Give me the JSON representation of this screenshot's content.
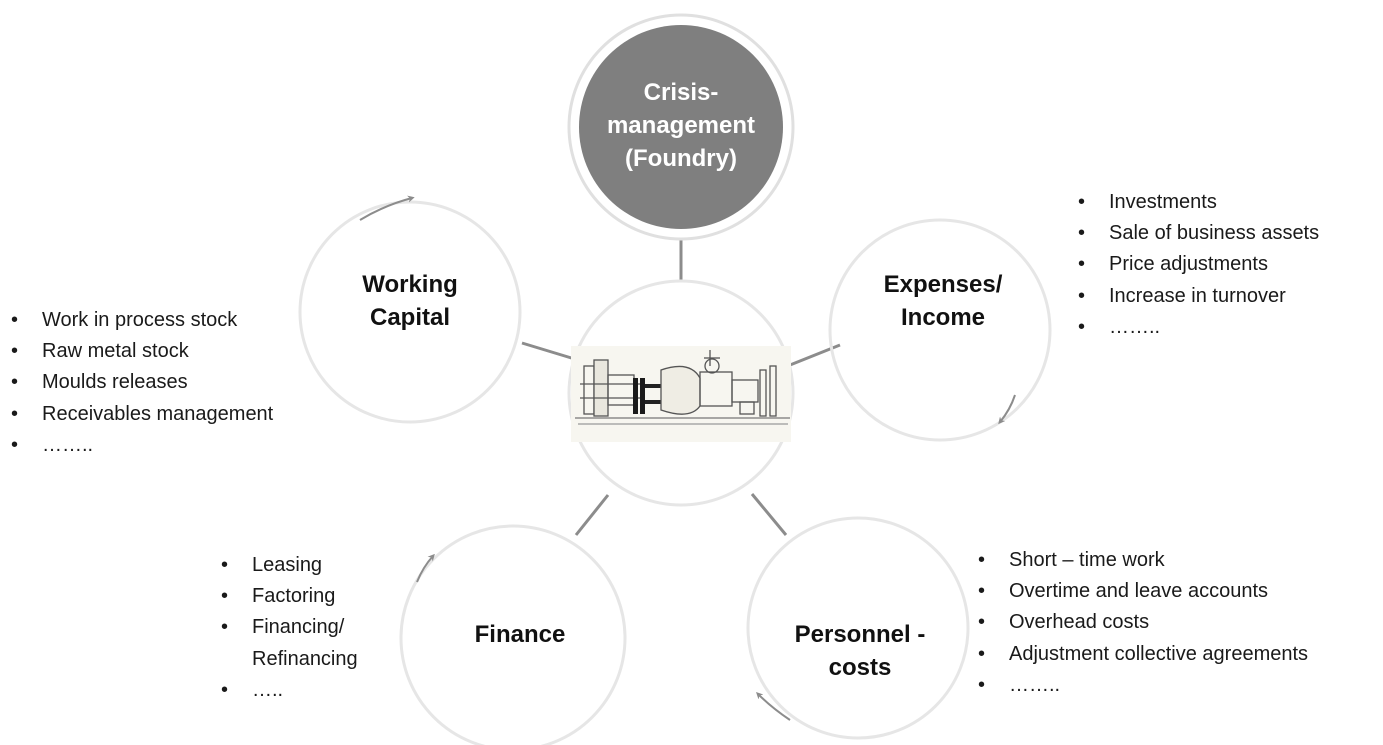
{
  "center": {
    "lines": [
      "Crisis-",
      "management",
      "(Foundry)"
    ]
  },
  "hub": {
    "image": "die-casting-machine-illustration"
  },
  "segments": {
    "working_capital": {
      "label_lines": [
        "Working",
        "Capital"
      ],
      "items": [
        "Work in process stock",
        "Raw metal stock",
        "Moulds releases",
        "Receivables management",
        "…….."
      ]
    },
    "expenses_income": {
      "label_lines": [
        "Expenses/",
        "Income"
      ],
      "items": [
        "Investments",
        "Sale of business assets",
        "Price adjustments",
        "Increase in turnover",
        "…….."
      ]
    },
    "personnel_costs": {
      "label_lines": [
        "Personnel -",
        "costs"
      ],
      "items": [
        "Short – time work",
        "Overtime and leave accounts",
        "Overhead costs",
        "Adjustment collective agreements",
        "…….."
      ]
    },
    "finance": {
      "label_lines": [
        "Finance"
      ],
      "items": [
        "Leasing",
        "Factoring",
        "Financing/",
        "Refinancing",
        "….."
      ]
    }
  },
  "colors": {
    "center_fill": "#7f7f7f",
    "circle_stroke": "#e6e6e6",
    "connector": "#8c8c8c",
    "arrow": "#8c8c8c",
    "text": "#111111"
  }
}
